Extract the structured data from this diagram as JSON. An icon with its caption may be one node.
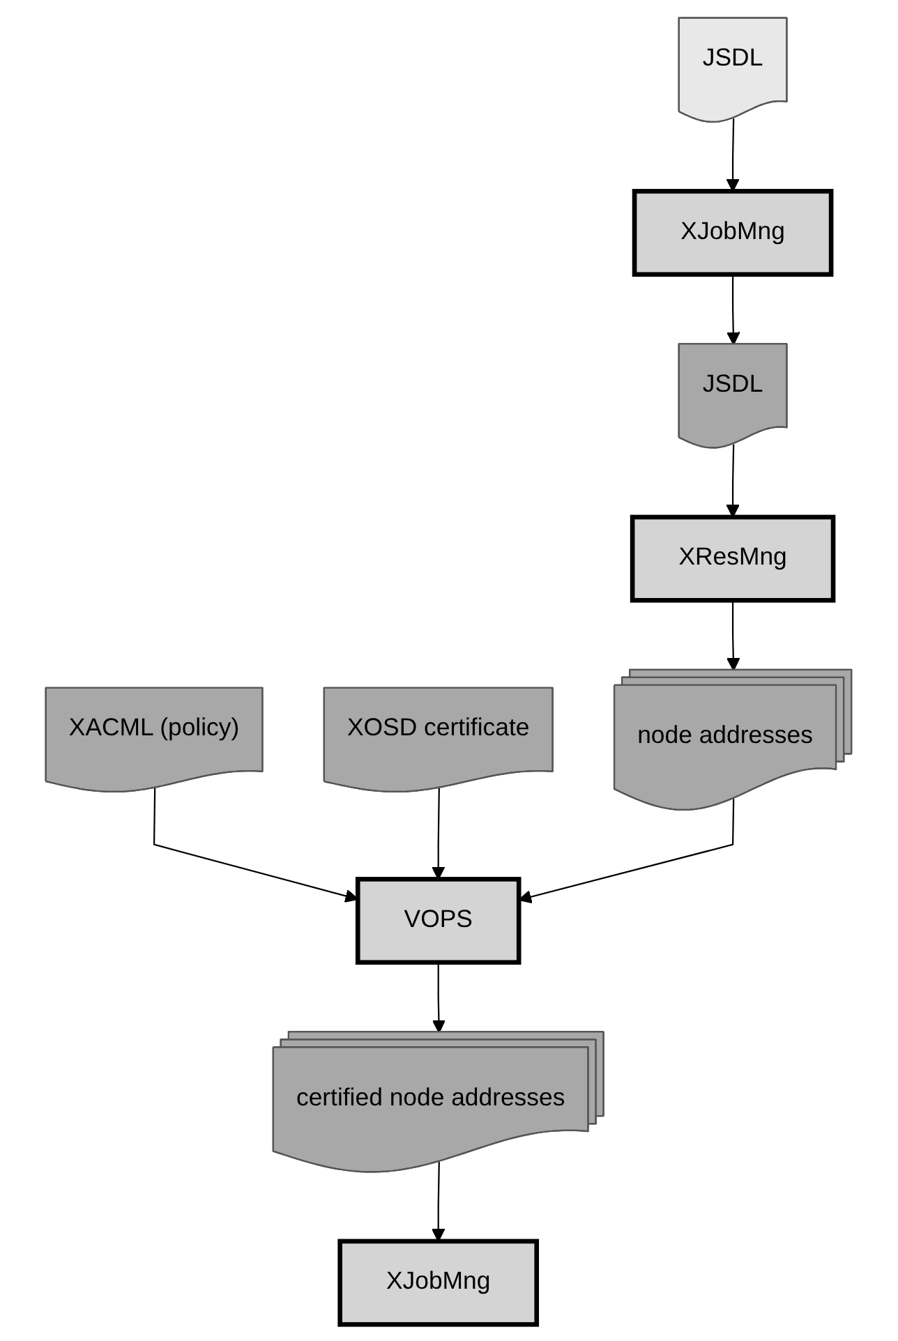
{
  "diagram": {
    "nodes": [
      {
        "text": [
          "JSDL"
        ]
      },
      {
        "text": [
          "XJobMng"
        ]
      },
      {
        "text": [
          "JSDL"
        ]
      },
      {
        "text": [
          "XResMng"
        ]
      },
      {
        "text": [
          "XOSD certificate"
        ]
      },
      {
        "text": [
          "node addresses"
        ]
      },
      {
        "text": [
          "XACML (policy)"
        ]
      },
      {
        "text": [
          "VOPS"
        ]
      },
      {
        "text": [
          "certified node addresses"
        ]
      },
      {
        "text": [
          "XJobMng"
        ]
      }
    ],
    "edges": [
      {
        "from": 0,
        "to": 1,
        "arrow": "to"
      },
      {
        "from": 1,
        "to": 2,
        "arrow": "to"
      },
      {
        "from": 2,
        "to": 3,
        "arrow": "to"
      },
      {
        "from": 3,
        "to": 5,
        "arrow": "to"
      },
      {
        "from": 6,
        "to": 7,
        "arrow": "to"
      },
      {
        "from": 4,
        "to": 7,
        "arrow": "to"
      },
      {
        "from": 5,
        "to": 7,
        "arrow": "to"
      },
      {
        "from": 7,
        "to": 8,
        "arrow": "to"
      },
      {
        "from": 8,
        "to": 9,
        "arrow": "to"
      }
    ]
  }
}
